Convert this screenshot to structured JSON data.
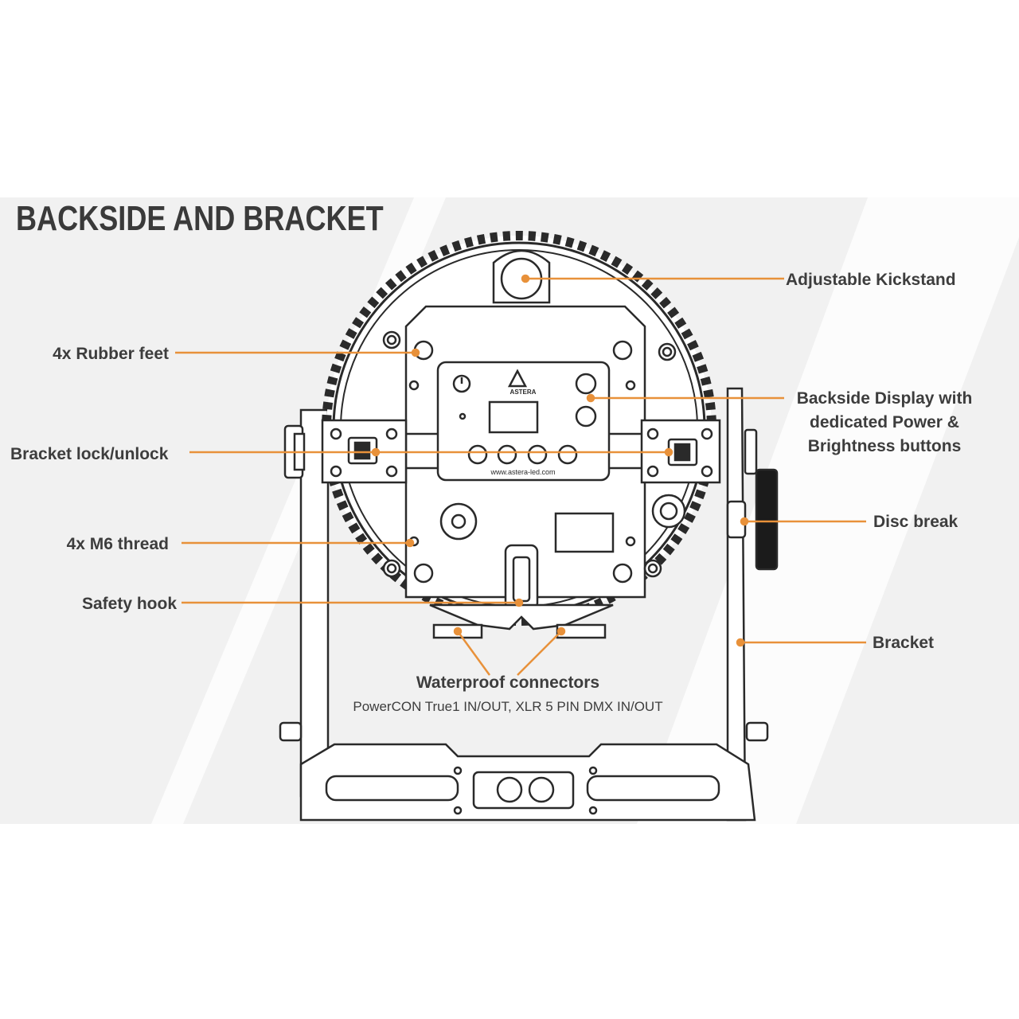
{
  "title": "BACKSIDE AND BRACKET",
  "labels": {
    "kickstand": "Adjustable Kickstand",
    "rubber_feet": "4x Rubber feet",
    "display_line1": "Backside Display with",
    "display_line2": "dedicated Power &",
    "display_line3": "Brightness buttons",
    "bracket_lock": "Bracket lock/unlock",
    "disc_break": "Disc break",
    "m6_thread": "4x M6 thread",
    "safety_hook": "Safety hook",
    "bracket": "Bracket",
    "waterproof": "Waterproof connectors",
    "waterproof_sub": "PowerCON True1 IN/OUT, XLR 5 PIN DMX IN/OUT"
  },
  "device": {
    "brand": "ASTERA",
    "url": "www.astera-led.com"
  },
  "colors": {
    "leader": "#e8913a",
    "line": "#2a2a2a",
    "band": "#f1f1f1",
    "text": "#3d3d3d"
  }
}
